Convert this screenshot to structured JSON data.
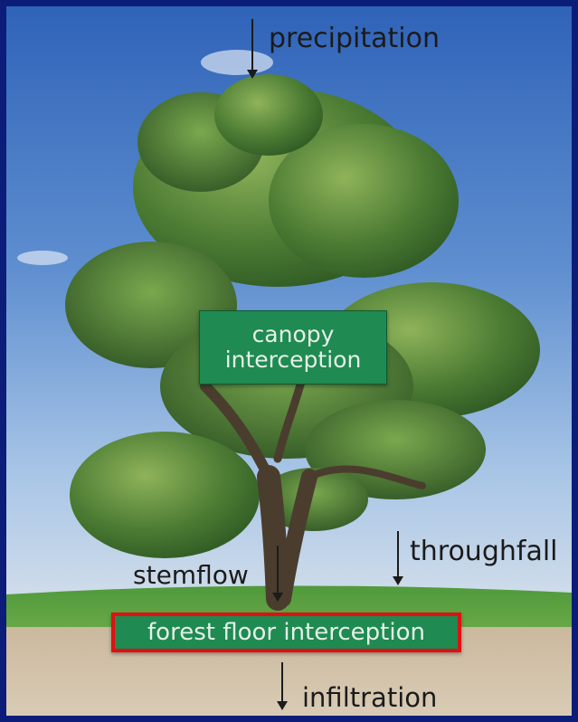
{
  "labels": {
    "precipitation": "precipitation",
    "canopy_line1": "canopy",
    "canopy_line2": "interception",
    "throughfall": "throughfall",
    "stemflow": "stemflow",
    "forest_floor": "forest floor interception",
    "infiltration": "infiltration"
  },
  "colors": {
    "frame": "#0b1d78",
    "label_box": "#1f8a52",
    "highlight_border": "#e01010",
    "arrow": "#1b1b1b"
  }
}
